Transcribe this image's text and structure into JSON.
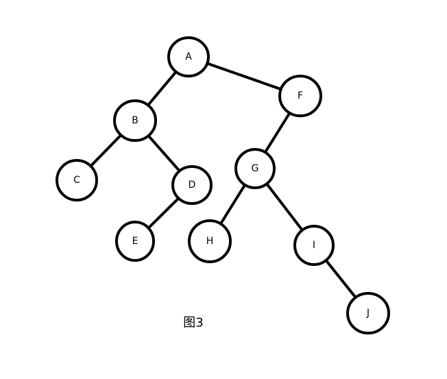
{
  "diagram": {
    "type": "binary-tree",
    "caption": "图3",
    "nodes": [
      "A",
      "B",
      "C",
      "D",
      "E",
      "F",
      "G",
      "H",
      "I",
      "J"
    ],
    "edges": [
      [
        "A",
        "B"
      ],
      [
        "A",
        "F"
      ],
      [
        "B",
        "C"
      ],
      [
        "B",
        "D"
      ],
      [
        "D",
        "E"
      ],
      [
        "F",
        "G"
      ],
      [
        "G",
        "H"
      ],
      [
        "G",
        "I"
      ],
      [
        "I",
        "J"
      ]
    ],
    "colors": {
      "stroke": "#000000",
      "fill": "#ffffff",
      "text": "#000000"
    }
  }
}
